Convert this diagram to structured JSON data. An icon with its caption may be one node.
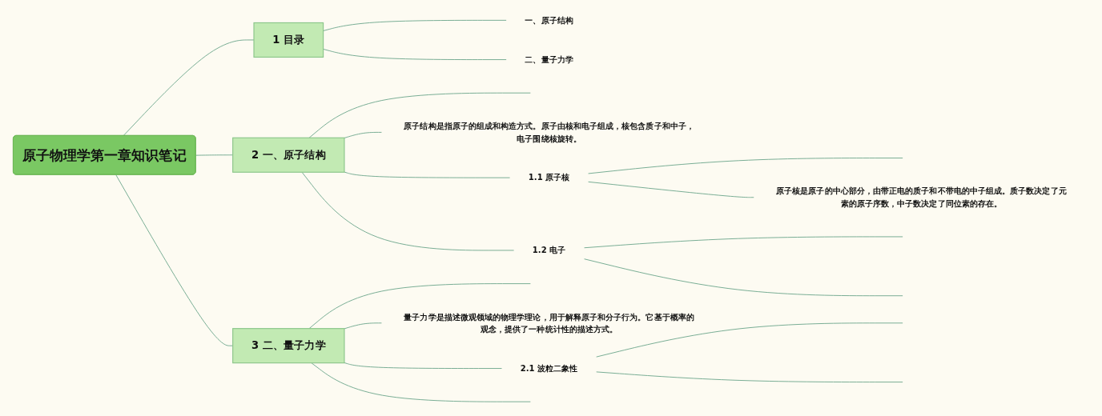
{
  "diagram": {
    "nodes": [
      {
        "text": [
          "原子物理学第一章知识笔记"
        ]
      },
      {
        "text": [
          "1",
          "目录"
        ]
      },
      {
        "text": [
          "一、原子结构"
        ]
      },
      {
        "text": [
          "二、量子力学"
        ]
      },
      {
        "text": [
          "2",
          "一、原子结构"
        ]
      },
      {
        "text": [
          "原子结构是指原子的组成和构造方式。原子由核和电子组成，核包含质子和中子，电子围绕核旋转。"
        ]
      },
      {
        "text": [
          "1.1 原子核"
        ]
      },
      {
        "text": [
          "原子核是原子的中心部分，由带正电的质子和不带电的中子组成。质子数决定了元素的原子序数，中子数决定了同位素的存在。"
        ]
      },
      {
        "text": [
          "1.2 电子"
        ]
      },
      {
        "text": [
          "3",
          "二、量子力学"
        ]
      },
      {
        "text": [
          "量子力学是描述微观领域的物理学理论，用于解释原子和分子行为。它基于概率的观念，提供了一种统计性的描述方式。"
        ]
      },
      {
        "text": [
          "2.1 波粒二象性"
        ]
      }
    ],
    "edges": [
      {
        "from": 0,
        "to": 1,
        "arrow": "none"
      },
      {
        "from": 1,
        "to": 2,
        "arrow": "none"
      },
      {
        "from": 1,
        "to": 3,
        "arrow": "none"
      },
      {
        "from": 0,
        "to": 4,
        "arrow": "none"
      },
      {
        "from": 4,
        "to": null,
        "arrow": "none"
      },
      {
        "from": 4,
        "to": 5,
        "arrow": "none"
      },
      {
        "from": 4,
        "to": 6,
        "arrow": "none"
      },
      {
        "from": 6,
        "to": null,
        "arrow": "none"
      },
      {
        "from": 6,
        "to": 7,
        "arrow": "none"
      },
      {
        "from": 4,
        "to": 8,
        "arrow": "none"
      },
      {
        "from": 8,
        "to": null,
        "arrow": "none"
      },
      {
        "from": 8,
        "to": null,
        "arrow": "none"
      },
      {
        "from": 0,
        "to": 9,
        "arrow": "none"
      },
      {
        "from": 9,
        "to": null,
        "arrow": "none"
      },
      {
        "from": 9,
        "to": 10,
        "arrow": "none"
      },
      {
        "from": 9,
        "to": 11,
        "arrow": "none"
      },
      {
        "from": 11,
        "to": null,
        "arrow": "none"
      },
      {
        "from": 11,
        "to": null,
        "arrow": "none"
      },
      {
        "from": 9,
        "to": null,
        "arrow": "none"
      }
    ]
  }
}
